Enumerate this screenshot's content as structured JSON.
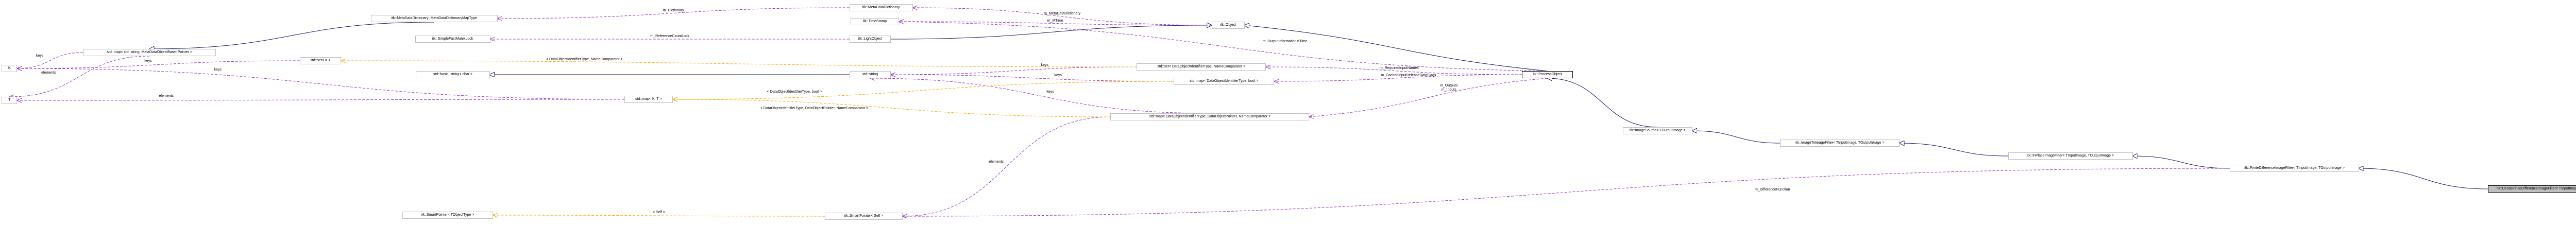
{
  "colors": {
    "inheritance": "#191970",
    "usage": "#9a32cd",
    "template": "#ffa500",
    "node_border": "#bfbfbf",
    "current_fill": "#bfbfbf"
  },
  "nodes": {
    "metadict": "itk::MetaDataDictionary",
    "metadictmap": "itk::MetaDataDictionary::MetaDataDictionaryMapType",
    "timestamp": "itk::TimeStamp",
    "object": "itk::Object",
    "simplefast": "itk::SimpleFastMutexLock",
    "lightobject": "itk::LightObject",
    "stdmap_meta": "std::map< std::string, MetaDataObjectBase::Pointer >",
    "stdset_k": "std::set< K >",
    "k": "K",
    "t": "T",
    "basicstring": "std::basic_string< char >",
    "stdstring": "std::string",
    "stdset_dataid": "std::set< DataObjectIdentifierType, NameComparator >",
    "stdmap_bool": "std::map< DataObjectIdentifierType, bool >",
    "processobject": "itk::ProcessObject",
    "stdmap_kt": "std::map< K, T >",
    "stdmap_dataobj": "std::map< DataObjectIdentifierType, DataObjectPointer, NameComparator >",
    "imagesource": "itk::ImageSource< TOutputImage >",
    "imagetoimage": "itk::ImageToImageFilter< TInputImage, TOutputImage >",
    "inplace": "itk::InPlaceImageFilter< TInputImage, TOutputImage >",
    "finitediff": "itk::FiniteDifferenceImageFilter< TInputImage, TOutputImage >",
    "densefinite": "itk::DenseFiniteDifferenceImageFilter< TInputImage, TOutputImage >",
    "smartptr_tobj": "itk::SmartPointer< TObjectType >",
    "smartptr_self": "itk::SmartPointer< Self >"
  },
  "edge_labels": {
    "m_dictionary": "m_Dictionary",
    "m_metadatadictionary": "m_MetaDataDictionary",
    "m_mtime": "m_MTime",
    "m_outputinformationmtime": "m_OutputInformationMTime",
    "m_referencecountlock": "m_ReferenceCountLock",
    "keys_meta": "keys",
    "keys_set": "keys",
    "elements_meta": "elements",
    "tmpl_set": "< DataObjectIdentifierType, NameComparator >",
    "keys_dataid": "keys",
    "m_requiredinputnames": "m_RequiredInputNames",
    "keys_bool": "keys",
    "m_cachedinputreleasedataflags": "m_CachedInputReleaseDataFlags",
    "keys_dataobj": "keys",
    "m_outputs_inputs": "m_Outputs\nm_Inputs",
    "keys_kt": "keys",
    "elements_kt": "elements",
    "tmpl_bool": "< DataObjectIdentifierType, bool >",
    "tmpl_dataobj": "< DataObjectIdentifierType, DataObjectPointer, NameComparator >",
    "elements_dataobj": "elements",
    "tmpl_self": "< Self >",
    "m_differencefunction": "m_DifferenceFunction"
  }
}
